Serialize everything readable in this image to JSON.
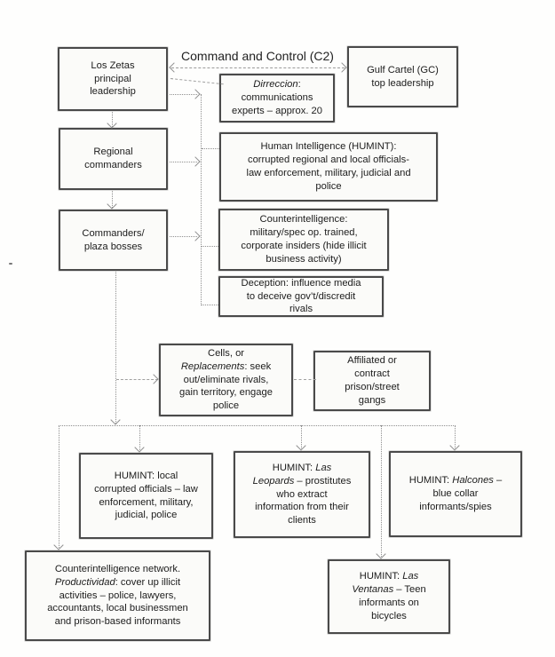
{
  "title": "Command and Control (C2)",
  "colors": {
    "box_border": "#4a4a4a",
    "connector_gray": "#8f8f8f",
    "text": "#1c1c1c",
    "background": "#fefefd"
  },
  "boxes": {
    "los_zetas": {
      "lines": [
        [
          {
            "t": "Los Zetas"
          }
        ],
        [
          {
            "t": "principal"
          }
        ],
        [
          {
            "t": "leadership"
          }
        ]
      ]
    },
    "gulf_cartel": {
      "lines": [
        [
          {
            "t": "Gulf Cartel (GC)"
          }
        ],
        [
          {
            "t": "top leadership"
          }
        ]
      ]
    },
    "dirreccion": {
      "lines": [
        [
          {
            "t": "Dirreccion",
            "i": true
          },
          {
            "t": ":"
          }
        ],
        [
          {
            "t": "communications"
          }
        ],
        [
          {
            "t": "experts – approx. 20"
          }
        ]
      ]
    },
    "regional_commanders": {
      "lines": [
        [
          {
            "t": "Regional"
          }
        ],
        [
          {
            "t": "commanders"
          }
        ]
      ]
    },
    "humint_top": {
      "lines": [
        [
          {
            "t": "Human Intelligence (HUMINT):"
          }
        ],
        [
          {
            "t": "corrupted regional and local officials-"
          }
        ],
        [
          {
            "t": "law enforcement, military, judicial and"
          }
        ],
        [
          {
            "t": "police"
          }
        ]
      ]
    },
    "commanders_plaza": {
      "lines": [
        [
          {
            "t": "Commanders/"
          }
        ],
        [
          {
            "t": "plaza bosses"
          }
        ]
      ]
    },
    "counterintelligence": {
      "lines": [
        [
          {
            "t": "Counterintelligence:"
          }
        ],
        [
          {
            "t": "military/spec op. trained,"
          }
        ],
        [
          {
            "t": "corporate insiders (hide illicit"
          }
        ],
        [
          {
            "t": "business activity)"
          }
        ]
      ]
    },
    "deception": {
      "lines": [
        [
          {
            "t": "Deception: influence media"
          }
        ],
        [
          {
            "t": "to deceive gov’t/discredit"
          }
        ],
        [
          {
            "t": "rivals"
          }
        ]
      ]
    },
    "cells": {
      "lines": [
        [
          {
            "t": "Cells, or"
          }
        ],
        [
          {
            "t": "Replacements",
            "i": true
          },
          {
            "t": ": seek"
          }
        ],
        [
          {
            "t": "out/eliminate rivals,"
          }
        ],
        [
          {
            "t": "gain territory, engage"
          }
        ],
        [
          {
            "t": "police"
          }
        ]
      ]
    },
    "affiliated_gangs": {
      "lines": [
        [
          {
            "t": "Affiliated or"
          }
        ],
        [
          {
            "t": "contract"
          }
        ],
        [
          {
            "t": "prison/street"
          }
        ],
        [
          {
            "t": "gangs"
          }
        ]
      ]
    },
    "humint_local": {
      "lines": [
        [
          {
            "t": "HUMINT: local"
          }
        ],
        [
          {
            "t": "corrupted officials – law"
          }
        ],
        [
          {
            "t": "enforcement, military,"
          }
        ],
        [
          {
            "t": "judicial, police"
          }
        ]
      ]
    },
    "las_leopards": {
      "lines": [
        [
          {
            "t": "HUMINT: "
          },
          {
            "t": "Las",
            "i": true
          }
        ],
        [
          {
            "t": "Leopards",
            "i": true
          },
          {
            "t": " – prostitutes"
          }
        ],
        [
          {
            "t": "who extract"
          }
        ],
        [
          {
            "t": "information from their"
          }
        ],
        [
          {
            "t": "clients"
          }
        ]
      ]
    },
    "halcones": {
      "lines": [
        [
          {
            "t": "HUMINT: "
          },
          {
            "t": "Halcones",
            "i": true
          },
          {
            "t": " –"
          }
        ],
        [
          {
            "t": "blue collar"
          }
        ],
        [
          {
            "t": "informants/spies"
          }
        ]
      ]
    },
    "counterintel_network": {
      "lines": [
        [
          {
            "t": "Counterintelligence network."
          }
        ],
        [
          {
            "t": "Productividad",
            "i": true
          },
          {
            "t": ": cover up illicit"
          }
        ],
        [
          {
            "t": "activities – police, lawyers,"
          }
        ],
        [
          {
            "t": "accountants, local businessmen"
          }
        ],
        [
          {
            "t": "and prison-based informants"
          }
        ]
      ]
    },
    "las_ventanas": {
      "lines": [
        [
          {
            "t": "HUMINT: "
          },
          {
            "t": "Las",
            "i": true
          }
        ],
        [
          {
            "t": "Ventanas",
            "i": true
          },
          {
            "t": " – Teen"
          }
        ],
        [
          {
            "t": "informants on"
          }
        ],
        [
          {
            "t": "bicycles"
          }
        ]
      ]
    }
  }
}
